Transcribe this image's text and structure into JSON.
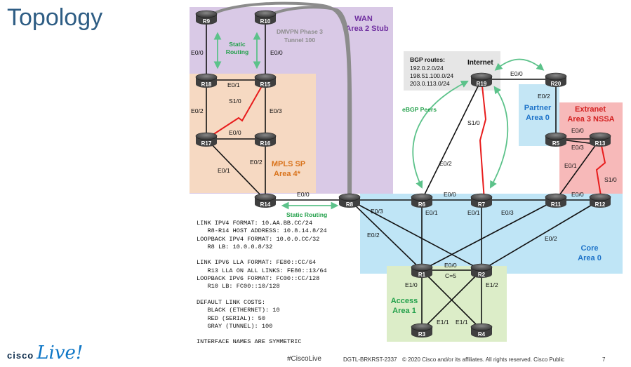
{
  "title": "Topology",
  "areas": {
    "wan": [
      "WAN",
      "Area 2 Stub"
    ],
    "mpls": [
      "MPLS SP",
      "Area 4*"
    ],
    "partner": [
      "Partner",
      "Area 0"
    ],
    "extranet": [
      "Extranet",
      "Area 3 NSSA"
    ],
    "core": [
      "Core",
      "Area 0"
    ],
    "access": [
      "Access",
      "Area 1"
    ]
  },
  "routers": [
    "R9",
    "R10",
    "R18",
    "R15",
    "R17",
    "R16",
    "R14",
    "R8",
    "R6",
    "R7",
    "R19",
    "R20",
    "R5",
    "R13",
    "R11",
    "R12",
    "R1",
    "R2",
    "R3",
    "R4"
  ],
  "interfaces": {
    "r9_e00": "E0/0",
    "r10_e00": "E0/0",
    "r18_e01": "E0/1",
    "r18_e02": "E0/2",
    "r15_s10": "S1/0",
    "r15_e03": "E0/3",
    "r17_e00": "E0/0",
    "r17_e01": "E0/1",
    "r16_e02": "E0/2",
    "r14_e00": "E0/0",
    "r8_e03": "E0/3",
    "r8_e02": "E0/2",
    "r6_e00": "E0/0",
    "r6_e01": "E0/1",
    "r6_e02": "E0/2",
    "r7_e01": "E0/1",
    "r7_e03": "E0/3",
    "r7_s10": "S1/0",
    "r19_e00": "E0/0",
    "r20_e02": "E0/2",
    "r5_e00": "E0/0",
    "r5_e03": "E0/3",
    "r11_e01": "E0/1",
    "r11_e00": "E0/0",
    "r12_s10": "S1/0",
    "r12_e02": "E0/2",
    "r1_e00": "E0/0",
    "r1_cost": "C=5",
    "r1_e10": "E1/0",
    "r2_e12": "E1/2",
    "r3_e11": "E1/1",
    "r4_e11": "E1/1"
  },
  "annotations": {
    "static_routing_top": [
      "Static",
      "Routing"
    ],
    "dmvpn": [
      "DMVPN Phase 3",
      "Tunnel 100"
    ],
    "static_routing_bottom": "Static Routing",
    "internet": "Internet",
    "bgp_routes_title": "BGP routes:",
    "bgp_routes": [
      "192.0.2.0/24",
      "198.51.100.0/24",
      "203.0.113.0/24"
    ],
    "ebgp_peers": "eBGP Peers"
  },
  "notes": [
    "LINK IPV4 FORMAT: 10.AA.BB.CC/24",
    "   R8-R14 HOST ADDRESS: 10.8.14.8/24",
    "LOOPBACK IPV4 FORMAT: 10.0.0.CC/32",
    "   R8 LB: 10.0.0.8/32",
    "",
    "LINK IPV6 LLA FORMAT: FE80::CC/64",
    "   R13 LLA ON ALL LINKS: FE80::13/64",
    "LOOPBACK IPV6 FORMAT: FC00::CC/128",
    "   R10 LB: FC00::10/128",
    "",
    "DEFAULT LINK COSTS:",
    "   BLACK (ETHERNET): 10",
    "   RED (SERIAL): 50",
    "   GRAY (TUNNEL): 100",
    "",
    "INTERFACE NAMES ARE SYMMETRIC"
  ],
  "footer": {
    "brand": "cisco",
    "event": "Live!",
    "hashtag": "#CiscoLive",
    "session": "DGTL-BRKRST-2337",
    "copyright": "© 2020  Cisco and/or its affiliates. All rights reserved.   Cisco Public",
    "page": "7"
  },
  "colors": {
    "title": "#2e5d84",
    "wan": "#d9c9e6",
    "mpls": "#f6d9c2",
    "partner": "#c4e6f5",
    "extranet": "#f7b9b9",
    "core": "#bfe5f6",
    "access": "#dcedc8",
    "internet": "#e6e6e6",
    "ethernet": "#111111",
    "serial": "#e81c1c",
    "tunnel": "#8c8c8c",
    "annotation": "#5cc28a"
  }
}
